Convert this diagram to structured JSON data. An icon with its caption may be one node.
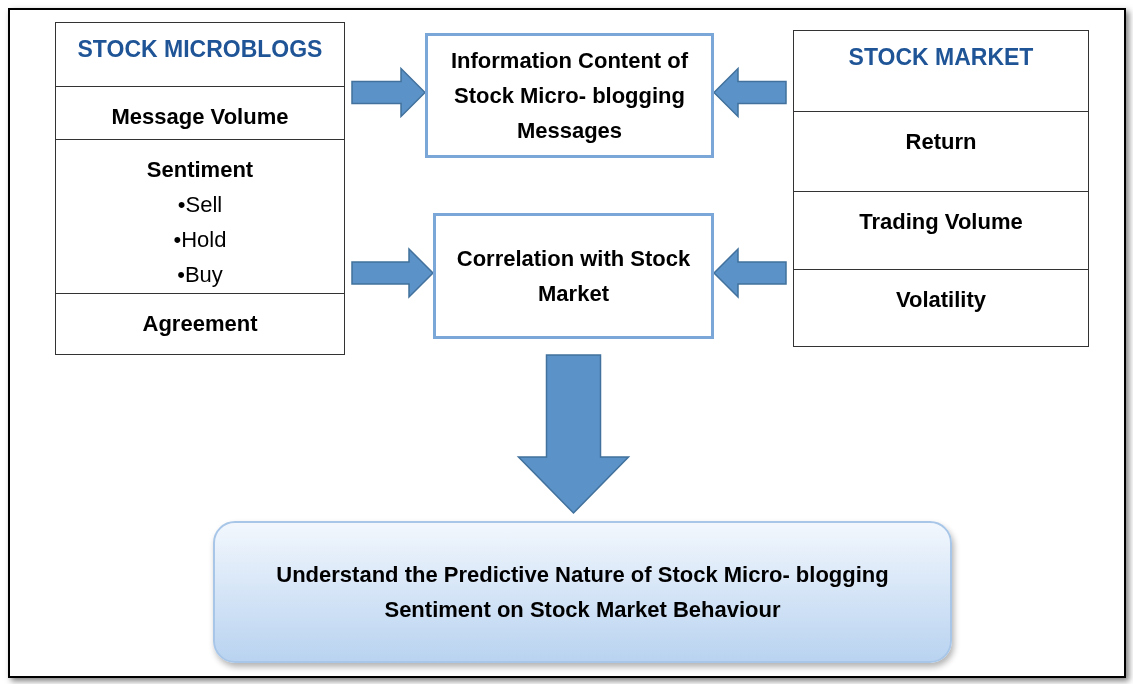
{
  "diagram": {
    "nodes": [
      {
        "text": [
          "STOCK MICROBLOGS"
        ]
      },
      {
        "text": [
          "Message Volume"
        ],
        "in": 0
      },
      {
        "text": [
          "Sentiment",
          "•Sell",
          "•Hold",
          "•Buy"
        ],
        "in": 0
      },
      {
        "text": [
          "Agreement"
        ],
        "in": 0
      },
      {
        "text": [
          "Information Content of Stock Micro- blogging Messages"
        ]
      },
      {
        "text": [
          "STOCK MARKET"
        ]
      },
      {
        "text": [
          "Return"
        ],
        "in": 5
      },
      {
        "text": [
          "Trading Volume"
        ],
        "in": 5
      },
      {
        "text": [
          "Volatility"
        ],
        "in": 5
      },
      {
        "text": [
          "Correlation with Stock Market"
        ]
      },
      {
        "text": [
          "Understand the Predictive Nature of Stock Micro- blogging Sentiment on Stock Market Behaviour"
        ]
      }
    ],
    "edges": [
      {
        "from": 0,
        "to": 4,
        "arrow": "to",
        "style": "thick"
      },
      {
        "from": 5,
        "to": 4,
        "arrow": "to",
        "style": "thick"
      },
      {
        "from": 0,
        "to": 9,
        "arrow": "to",
        "style": "thick"
      },
      {
        "from": 5,
        "to": 9,
        "arrow": "to",
        "style": "thick"
      },
      {
        "from": 9,
        "to": 10,
        "arrow": "to",
        "style": "thick"
      }
    ]
  }
}
